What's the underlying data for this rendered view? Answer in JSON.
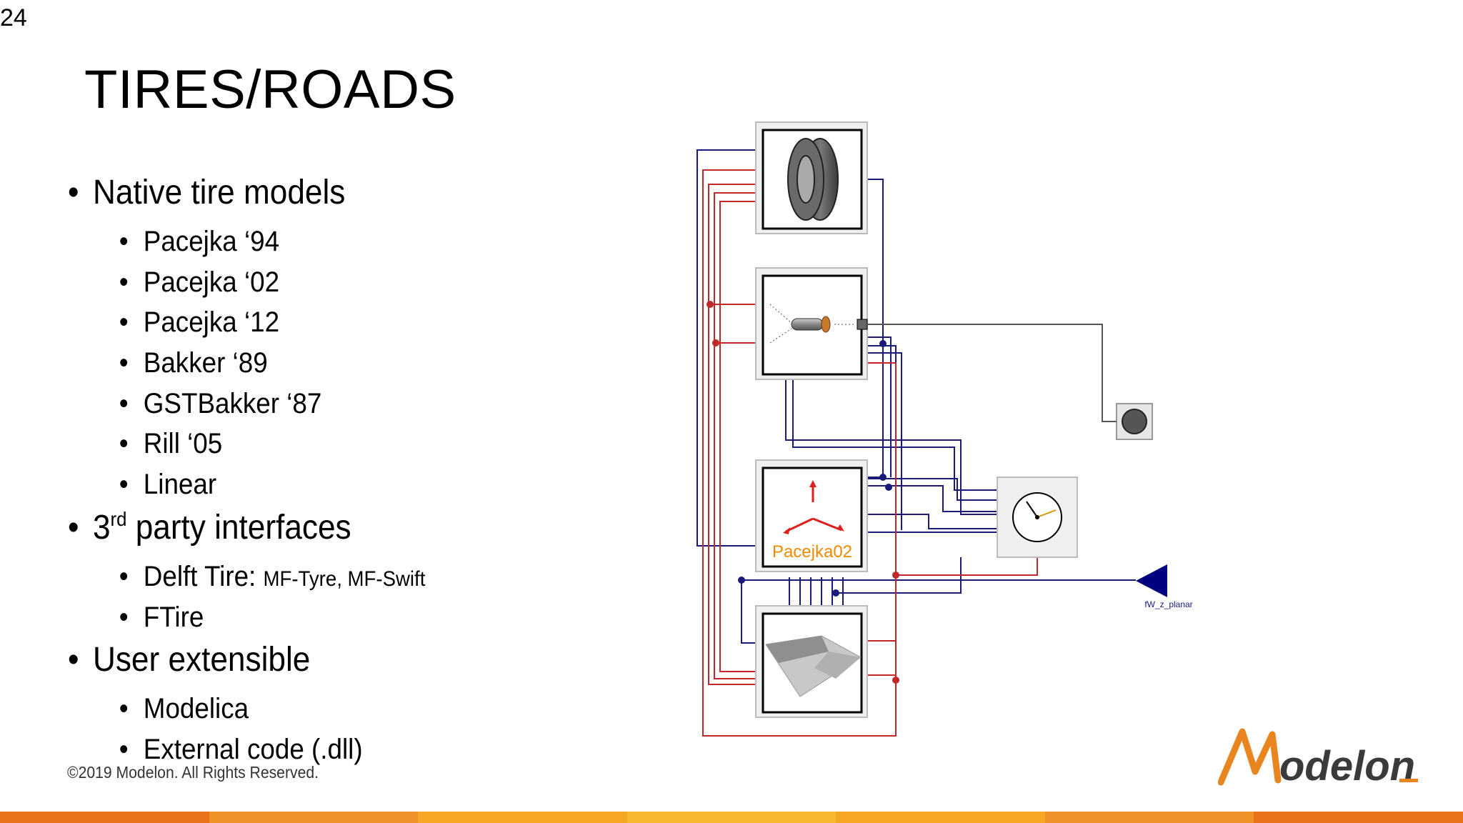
{
  "slide_number": "24",
  "title": "TIRES/ROADS",
  "bullets": {
    "native": {
      "label": "Native tire models",
      "items": [
        "Pacejka ‘94",
        "Pacejka ‘02",
        "Pacejka ‘12",
        "Bakker ‘89",
        "GSTBakker ‘87",
        "Rill ‘05",
        "Linear"
      ]
    },
    "third_party": {
      "label_prefix": "3",
      "label_sup": "rd",
      "label_suffix": " party interfaces",
      "delft_main": "Delft Tire: ",
      "delft_small": "MF-Tyre, MF-Swift",
      "ftire": "FTire"
    },
    "user": {
      "label": "User extensible",
      "items": [
        "Modelica",
        "External code (.dll)"
      ]
    }
  },
  "copyright": "©2019 Modelon. All Rights Reserved.",
  "diagram": {
    "pacejka_label": "Pacejka02",
    "output_label": "fW_z_planar"
  },
  "logo_text": "odelon",
  "colors": {
    "wire_blue": "#1a1a7a",
    "wire_red": "#c0282a",
    "label_orange": "#f08a00",
    "logo_orange": "#e8851f",
    "logo_dark": "#3a3a3a"
  },
  "footer_colors": [
    "#e8731a",
    "#f0912a",
    "#f5a623",
    "#f7b731",
    "#f5a623",
    "#f0912a",
    "#e8731a"
  ]
}
